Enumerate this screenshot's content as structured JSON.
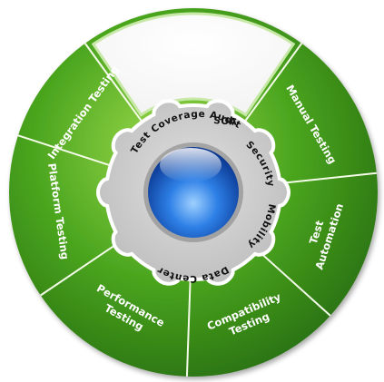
{
  "outer_segments": [
    {
      "id": "blank",
      "lines": []
    },
    {
      "id": "manual-testing",
      "lines": [
        "Manual Testing"
      ]
    },
    {
      "id": "test-automation",
      "lines": [
        "Test",
        "Automation"
      ]
    },
    {
      "id": "compatibility-testing",
      "lines": [
        "Compatibility",
        "Testing"
      ]
    },
    {
      "id": "performance-testing",
      "lines": [
        "Performance",
        "Testing"
      ]
    },
    {
      "id": "platform-testing",
      "lines": [
        "Platform Testing"
      ]
    },
    {
      "id": "integration-testing",
      "lines": [
        "Integration Testing"
      ]
    }
  ],
  "inner_ring": {
    "soa": "SOA",
    "security": "Security",
    "mobility": "Mobility",
    "data_center": "Data Center",
    "test_coverage_audit": "Test Coverage Audit"
  },
  "colors": {
    "green_light": "#8fd13d",
    "green_mid": "#4aa51e",
    "green_dark": "#2e7d14",
    "divider": "#f4fbe8",
    "gear_fill": "#cfcfcf",
    "gear_stroke": "#ffffff",
    "orb_light": "#a7d4ff",
    "orb_dark": "#0a3a9a"
  }
}
